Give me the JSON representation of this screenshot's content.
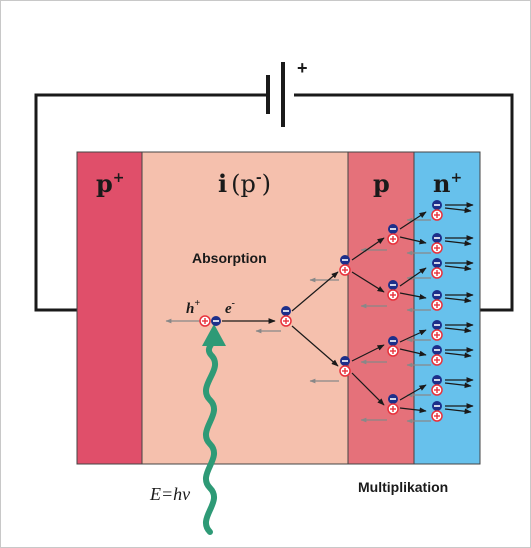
{
  "diagram": {
    "regions": [
      {
        "base": "p",
        "sup": "+",
        "color": "#e04f6a"
      },
      {
        "base": "i",
        "paren": "(p",
        "parenSup": "-",
        "parenClose": ")",
        "color": "#f5c0ad"
      },
      {
        "base": "p",
        "color": "#e5717a"
      },
      {
        "base": "n",
        "sup": "+",
        "color": "#67c1ec"
      }
    ],
    "battery_polarity": "+",
    "labels": {
      "absorption": "Absorption",
      "multiplication": "Multiplikation",
      "photon_energy": "E=hν",
      "hole": "h",
      "hole_sup": "+",
      "electron": "e",
      "electron_sup": "-"
    },
    "colors": {
      "electron": "#1d2f8a",
      "hole": "#e8323c",
      "photon": "#2e9a76",
      "wire": "#1a1a1a",
      "field_arrow": "#888888"
    }
  }
}
